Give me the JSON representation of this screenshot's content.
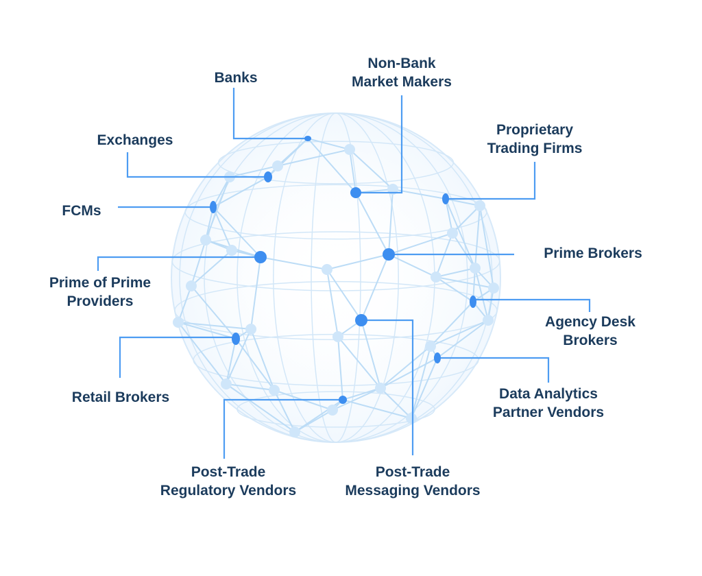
{
  "diagram": {
    "title": "",
    "colors": {
      "label_text": "#1b3b5c",
      "connector": "#4d9cf2",
      "highlight_node": "#3d8ef0",
      "mesh_line": "#bcdcf6",
      "mesh_node": "#cfe6fa"
    },
    "center_concept": "globe-network",
    "participants": [
      {
        "id": "banks",
        "lines": [
          "Banks"
        ]
      },
      {
        "id": "non-bank-market-makers",
        "lines": [
          "Non-Bank",
          "Market Makers"
        ]
      },
      {
        "id": "exchanges",
        "lines": [
          "Exchanges"
        ]
      },
      {
        "id": "proprietary-trading-firms",
        "lines": [
          "Proprietary",
          "Trading Firms"
        ]
      },
      {
        "id": "fcms",
        "lines": [
          "FCMs"
        ]
      },
      {
        "id": "prime-brokers",
        "lines": [
          "Prime Brokers"
        ]
      },
      {
        "id": "prime-of-prime-providers",
        "lines": [
          "Prime of Prime",
          "Providers"
        ]
      },
      {
        "id": "agency-desk-brokers",
        "lines": [
          "Agency Desk",
          "Brokers"
        ]
      },
      {
        "id": "retail-brokers",
        "lines": [
          "Retail Brokers"
        ]
      },
      {
        "id": "data-analytics-partner-vendors",
        "lines": [
          "Data Analytics",
          "Partner Vendors"
        ]
      },
      {
        "id": "post-trade-regulatory-vendors",
        "lines": [
          "Post-Trade",
          "Regulatory Vendors"
        ]
      },
      {
        "id": "post-trade-messaging-vendors",
        "lines": [
          "Post-Trade",
          "Messaging Vendors"
        ]
      }
    ]
  }
}
